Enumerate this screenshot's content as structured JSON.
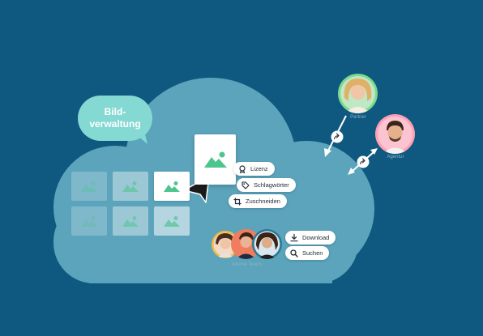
{
  "cloud_label": {
    "line1": "Bild-",
    "line2": "verwaltung"
  },
  "thumbnails": [
    {
      "row": 1,
      "col": 1,
      "style": "faded"
    },
    {
      "row": 1,
      "col": 2,
      "style": "light"
    },
    {
      "row": 1,
      "col": 3,
      "style": "selected"
    },
    {
      "row": 2,
      "col": 1,
      "style": "faded"
    },
    {
      "row": 2,
      "col": 2,
      "style": "light"
    },
    {
      "row": 2,
      "col": 3,
      "style": "light"
    }
  ],
  "image_actions": [
    {
      "label": "Lizenz",
      "icon": "license-award-icon"
    },
    {
      "label": "Schlagwörter",
      "icon": "tag-icon"
    },
    {
      "label": "Zuschneiden",
      "icon": "crop-icon"
    }
  ],
  "team_actions": [
    {
      "label": "Download",
      "icon": "download-icon"
    },
    {
      "label": "Suchen",
      "icon": "search-icon"
    }
  ],
  "people": {
    "partner_label": "Partner",
    "agency_label": "Agentur",
    "internal_teams_label": "Interne Teams"
  },
  "colors": {
    "background": "#0f587f",
    "cloud": "#5ba4bb",
    "bubble": "#85d9d3",
    "accent_green": "#4ec48f",
    "partner_ring": "#7dd98d",
    "agency_ring": "#ff9fb5",
    "team_ring": "#f5b948",
    "cursor": "#1b1b1b"
  }
}
